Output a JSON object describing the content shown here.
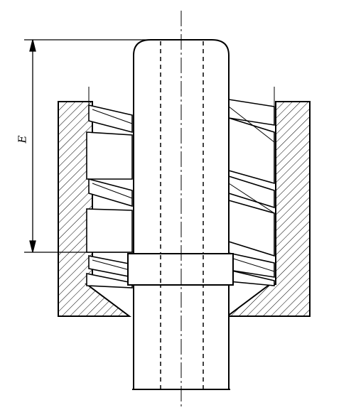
{
  "diagram": {
    "dimension_label": "E",
    "line_color": "#000000",
    "background": "#ffffff",
    "parts": [
      "housing-hatched-section",
      "threaded-insert",
      "pin-shaft",
      "collar-ring",
      "centerline",
      "dimension-line"
    ]
  }
}
